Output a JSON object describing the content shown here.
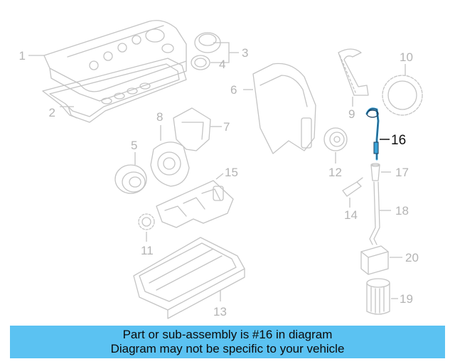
{
  "diagram": {
    "highlighted_callout": "16",
    "highlight_color": "#3aa3d8",
    "callouts": {
      "c1": "1",
      "c2": "2",
      "c3": "3",
      "c4": "4",
      "c5": "5",
      "c6": "6",
      "c7": "7",
      "c8": "8",
      "c9": "9",
      "c10": "10",
      "c11": "11",
      "c12": "12",
      "c13": "13",
      "c14": "14",
      "c15": "15",
      "c16": "16",
      "c17": "17",
      "c18": "18",
      "c19": "19",
      "c20": "20"
    }
  },
  "banner": {
    "line1": "Part or sub-assembly is #16 in diagram",
    "line2": "Diagram may not be specific to your vehicle",
    "color": "#5bc2f2"
  }
}
